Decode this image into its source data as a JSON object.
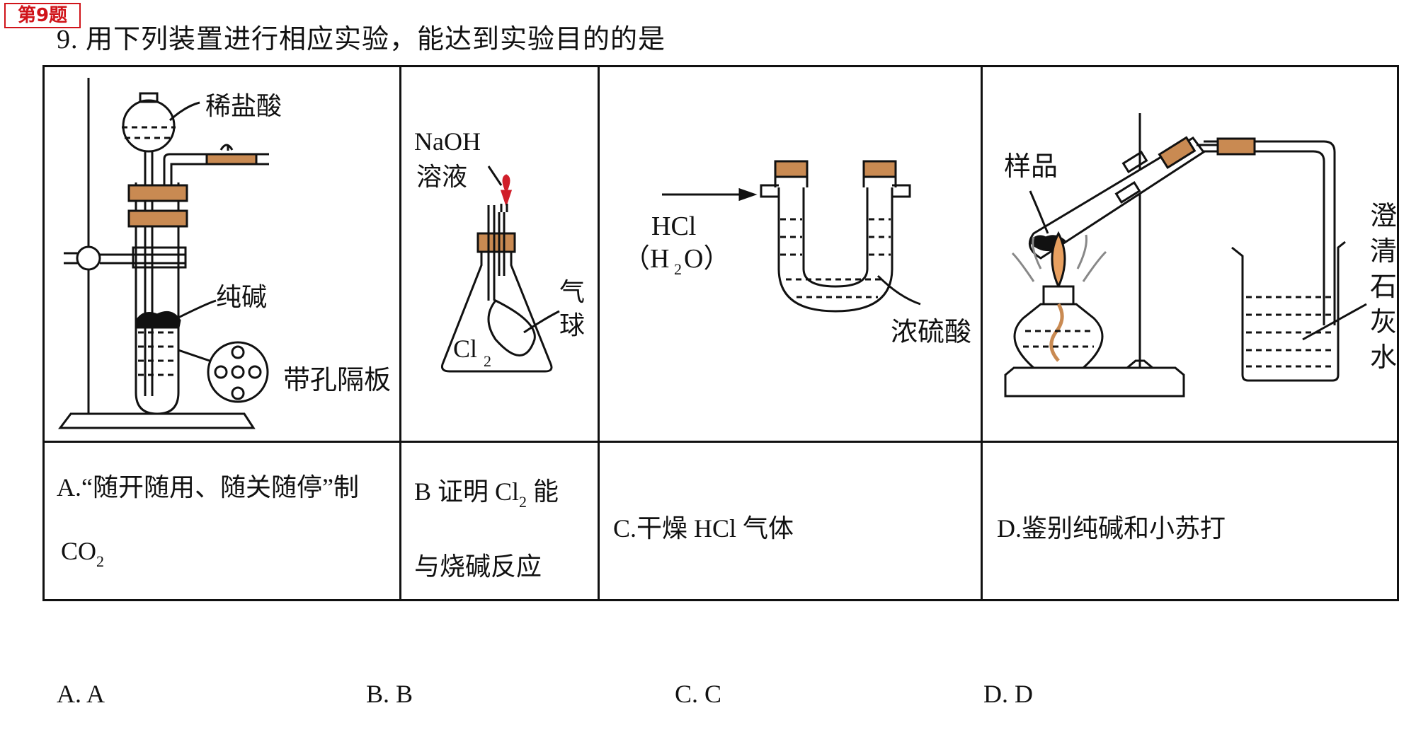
{
  "badge": "第9题",
  "question": "9. 用下列装置进行相应实验，能达到实验目的的是",
  "apparatus": {
    "a": {
      "label_acid": "稀盐酸",
      "label_soda": "纯碱",
      "label_plate": "带孔隔板"
    },
    "b": {
      "label_naoh_1": "NaOH",
      "label_naoh_2": "溶液",
      "label_gas": "Cl",
      "label_gas_sub": "2",
      "label_balloon_1": "气",
      "label_balloon_2": "球"
    },
    "c": {
      "label_hcl": "HCl",
      "label_h2o_open": "（H",
      "label_h2o_sub": "2",
      "label_h2o_close": "O）",
      "label_acid": "浓硫酸"
    },
    "d": {
      "label_sample": "样品",
      "label_lime": [
        "澄",
        "清",
        "石",
        "灰",
        "水"
      ]
    }
  },
  "captions": {
    "a_line1": "A.“随开随用、随关随停”制",
    "a_line2": "CO",
    "a_line2_sub": "2",
    "b_line1_pre": "B 证明 Cl",
    "b_line1_sub": "2",
    "b_line1_post": " 能",
    "b_line2": "与烧碱反应",
    "c": "C.干燥 HCl 气体",
    "d": "D.鉴别纯碱和小苏打"
  },
  "options": [
    "A. A",
    "B. B",
    "C. C",
    "D. D"
  ]
}
